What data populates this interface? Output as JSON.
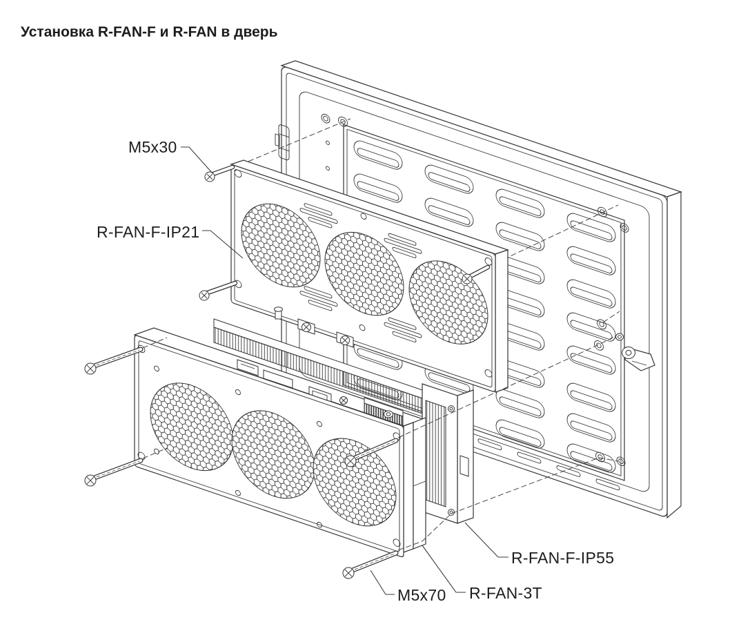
{
  "title": "Установка R-FAN-F и R-FAN в дверь",
  "diagram": {
    "type": "exploded-assembly-drawing",
    "labels": {
      "screw_short": "M5x30",
      "fan_panel": "R-FAN-F-IP21",
      "filter_frame": "R-FAN-F-IP55",
      "fan_unit": "R-FAN-3T",
      "screw_long": "M5x70"
    },
    "colors": {
      "line": "#333333",
      "text": "#1c1c1c",
      "background": "#ffffff"
    }
  }
}
